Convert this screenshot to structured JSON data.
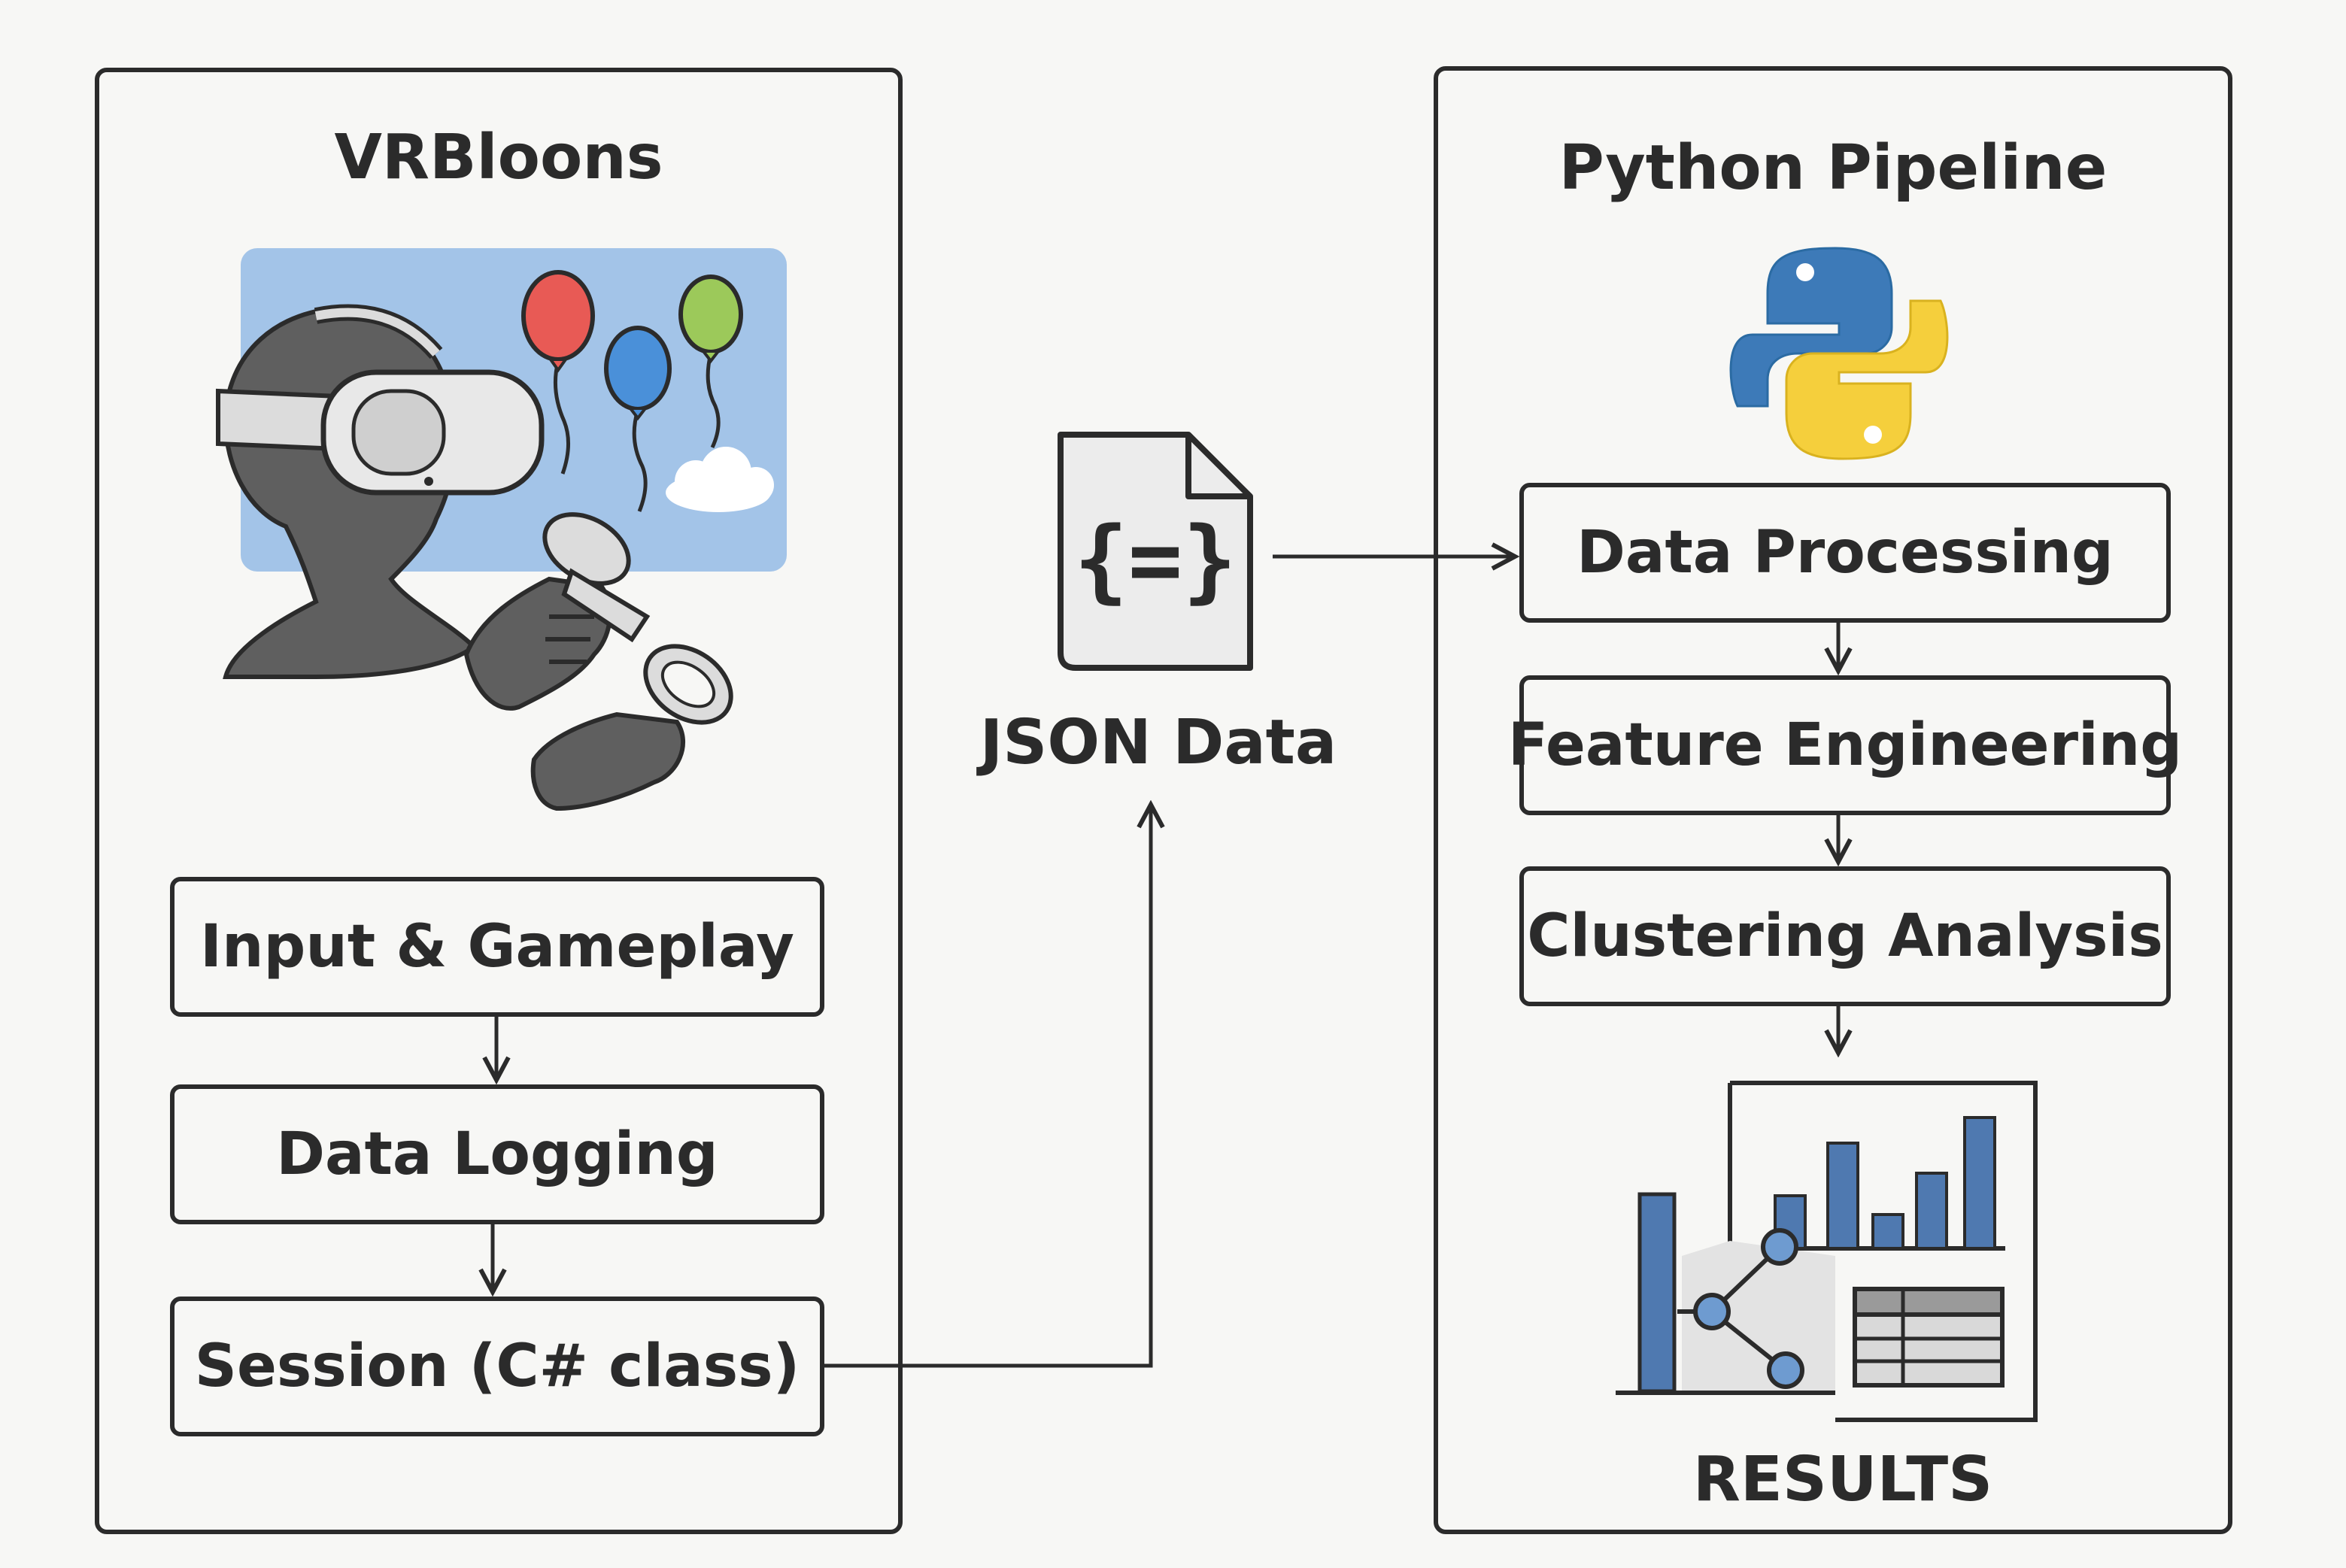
{
  "left_panel": {
    "title": "VRBloons",
    "steps": [
      {
        "label": "Input & Gameplay"
      },
      {
        "label": "Data Logging"
      },
      {
        "label": "Session (C# class)"
      }
    ]
  },
  "middle": {
    "label": "JSON Data",
    "icon": "json-file-icon",
    "icon_glyph": "{=}"
  },
  "right_panel": {
    "title": "Python Pipeline",
    "icon": "python-logo-icon",
    "steps": [
      {
        "label": "Data Processing"
      },
      {
        "label": "Feature Engineering"
      },
      {
        "label": "Clustering Analysis"
      }
    ],
    "results_label": "RESULTS"
  },
  "colors": {
    "stroke": "#2b2b2b",
    "sky": "#a3c4e8",
    "balloon_red": "#e85a55",
    "balloon_blue": "#4a90d9",
    "balloon_green": "#9cc95a",
    "python_blue": "#3d7ab8",
    "python_yellow": "#f5cf3c",
    "bar_blue": "#4f79b0"
  }
}
